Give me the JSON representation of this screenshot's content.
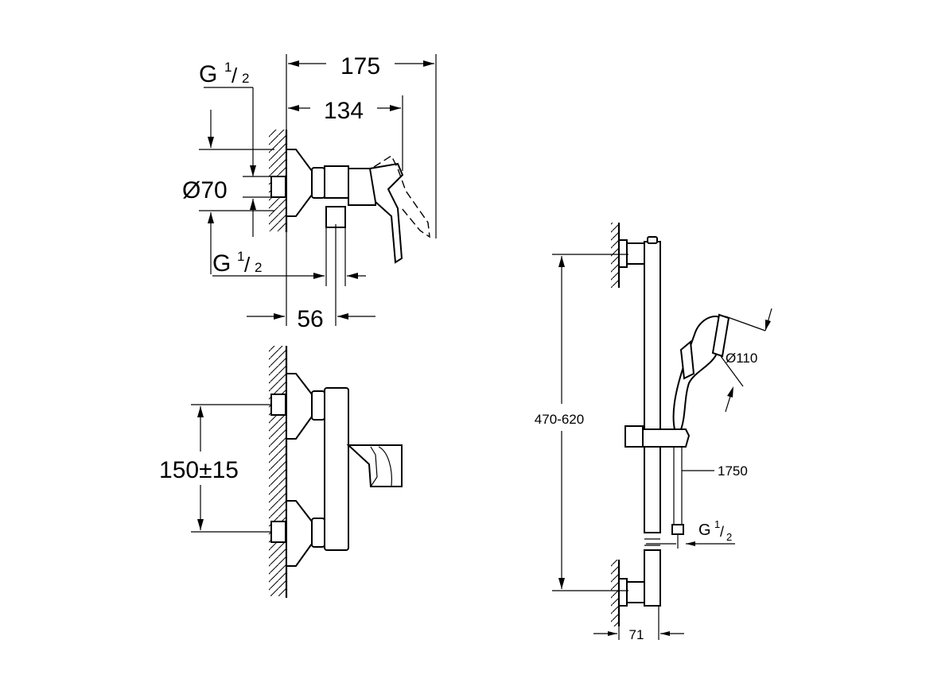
{
  "mixer_side_view": {
    "dim_total_depth": "175",
    "dim_body_depth": "134",
    "dim_rosette_diameter": "Ø70",
    "dim_outlet_offset": "56",
    "thread_top": {
      "prefix": "G",
      "num": "1",
      "den": "2"
    },
    "thread_bottom": {
      "prefix": "G",
      "num": "1",
      "den": "2"
    }
  },
  "mixer_front_view": {
    "dim_center_distance": "150±15"
  },
  "shower_rail_view": {
    "dim_rail_height": "470-620",
    "dim_handshower_diameter": "Ø110",
    "dim_hose_length": "1750",
    "dim_wall_offset": "71",
    "thread_hose": {
      "prefix": "G",
      "num": "1",
      "den": "2"
    }
  }
}
